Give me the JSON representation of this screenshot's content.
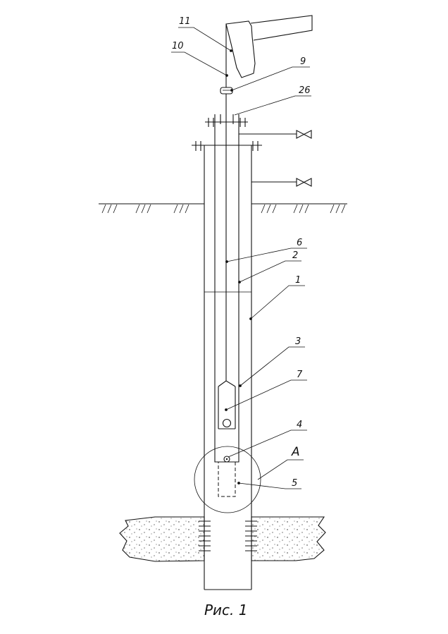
{
  "labels": {
    "l11": "11",
    "l10": "10",
    "l9": "9",
    "l26": "26",
    "l6": "6",
    "l2": "2",
    "l1": "1",
    "l3": "3",
    "l7": "7",
    "l4": "4",
    "lA": "A",
    "l5": "5"
  },
  "caption": "Рис. 1",
  "colors": {
    "ink": "#111111",
    "background": "#ffffff"
  }
}
